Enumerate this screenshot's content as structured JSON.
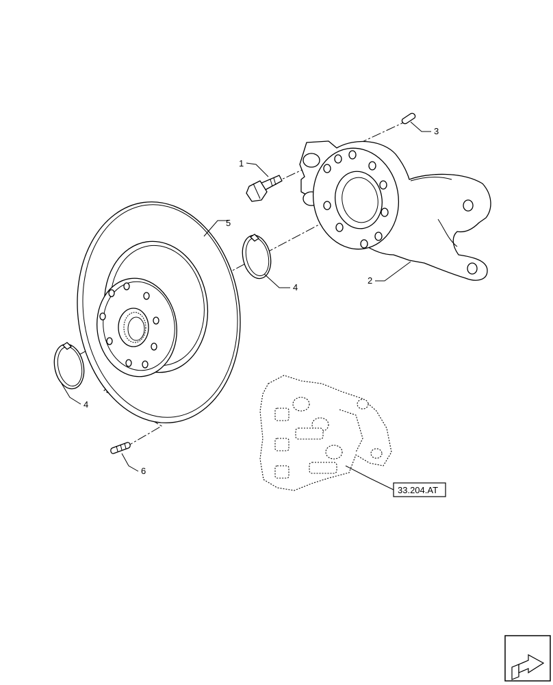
{
  "callouts": [
    {
      "id": "c1",
      "label": "1"
    },
    {
      "id": "c2",
      "label": "2"
    },
    {
      "id": "c3",
      "label": "3"
    },
    {
      "id": "c4a",
      "label": "4"
    },
    {
      "id": "c4b",
      "label": "4"
    },
    {
      "id": "c5",
      "label": "5"
    },
    {
      "id": "c6",
      "label": "6"
    }
  ],
  "reference": {
    "label": "33.204.AT"
  },
  "nav_icon": "next-page-arrow-icon"
}
